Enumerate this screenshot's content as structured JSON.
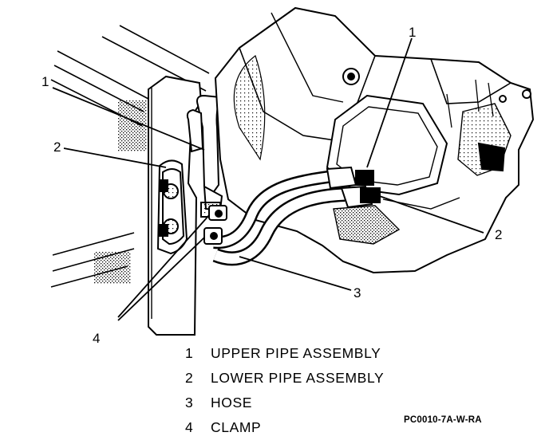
{
  "callouts": [
    "1",
    "2",
    "3",
    "4",
    "1",
    "2"
  ],
  "legend": [
    {
      "num": "1",
      "label": "UPPER PIPE ASSEMBLY"
    },
    {
      "num": "2",
      "label": "LOWER PIPE ASSEMBLY"
    },
    {
      "num": "3",
      "label": "HOSE"
    },
    {
      "num": "4",
      "label": "CLAMP"
    }
  ],
  "reference_code": "PC0010-7A-W-RA"
}
